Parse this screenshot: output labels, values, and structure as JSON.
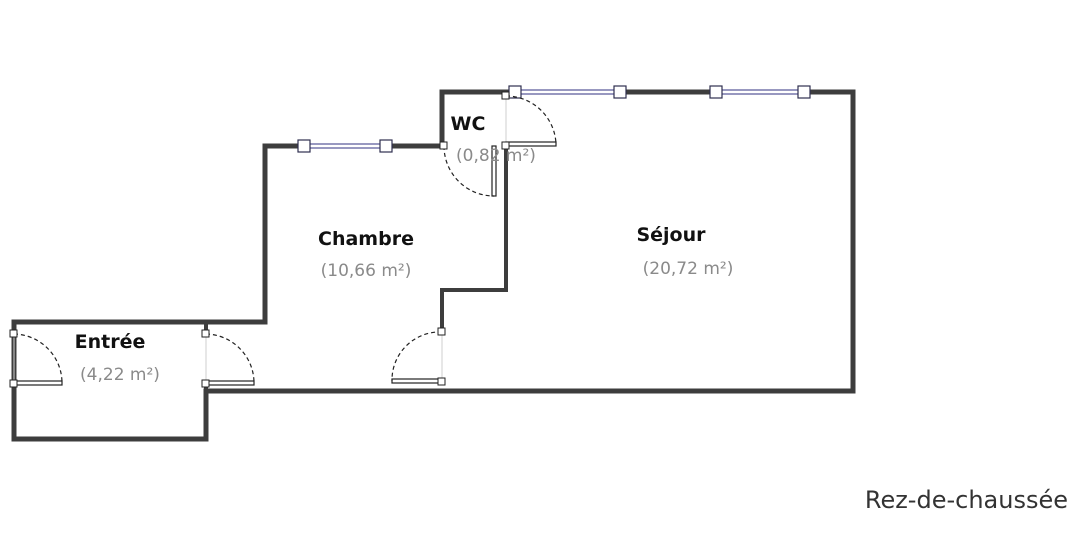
{
  "floor": {
    "label": "Rez-de-chaussée"
  },
  "rooms": [
    {
      "id": "wc",
      "name": "WC",
      "area": "(0,82 m²)"
    },
    {
      "id": "chambre",
      "name": "Chambre",
      "area": "(10,66 m²)"
    },
    {
      "id": "sejour",
      "name": "Séjour",
      "area": "(20,72 m²)"
    },
    {
      "id": "entree",
      "name": "Entrée",
      "area": "(4,22 m²)"
    }
  ]
}
